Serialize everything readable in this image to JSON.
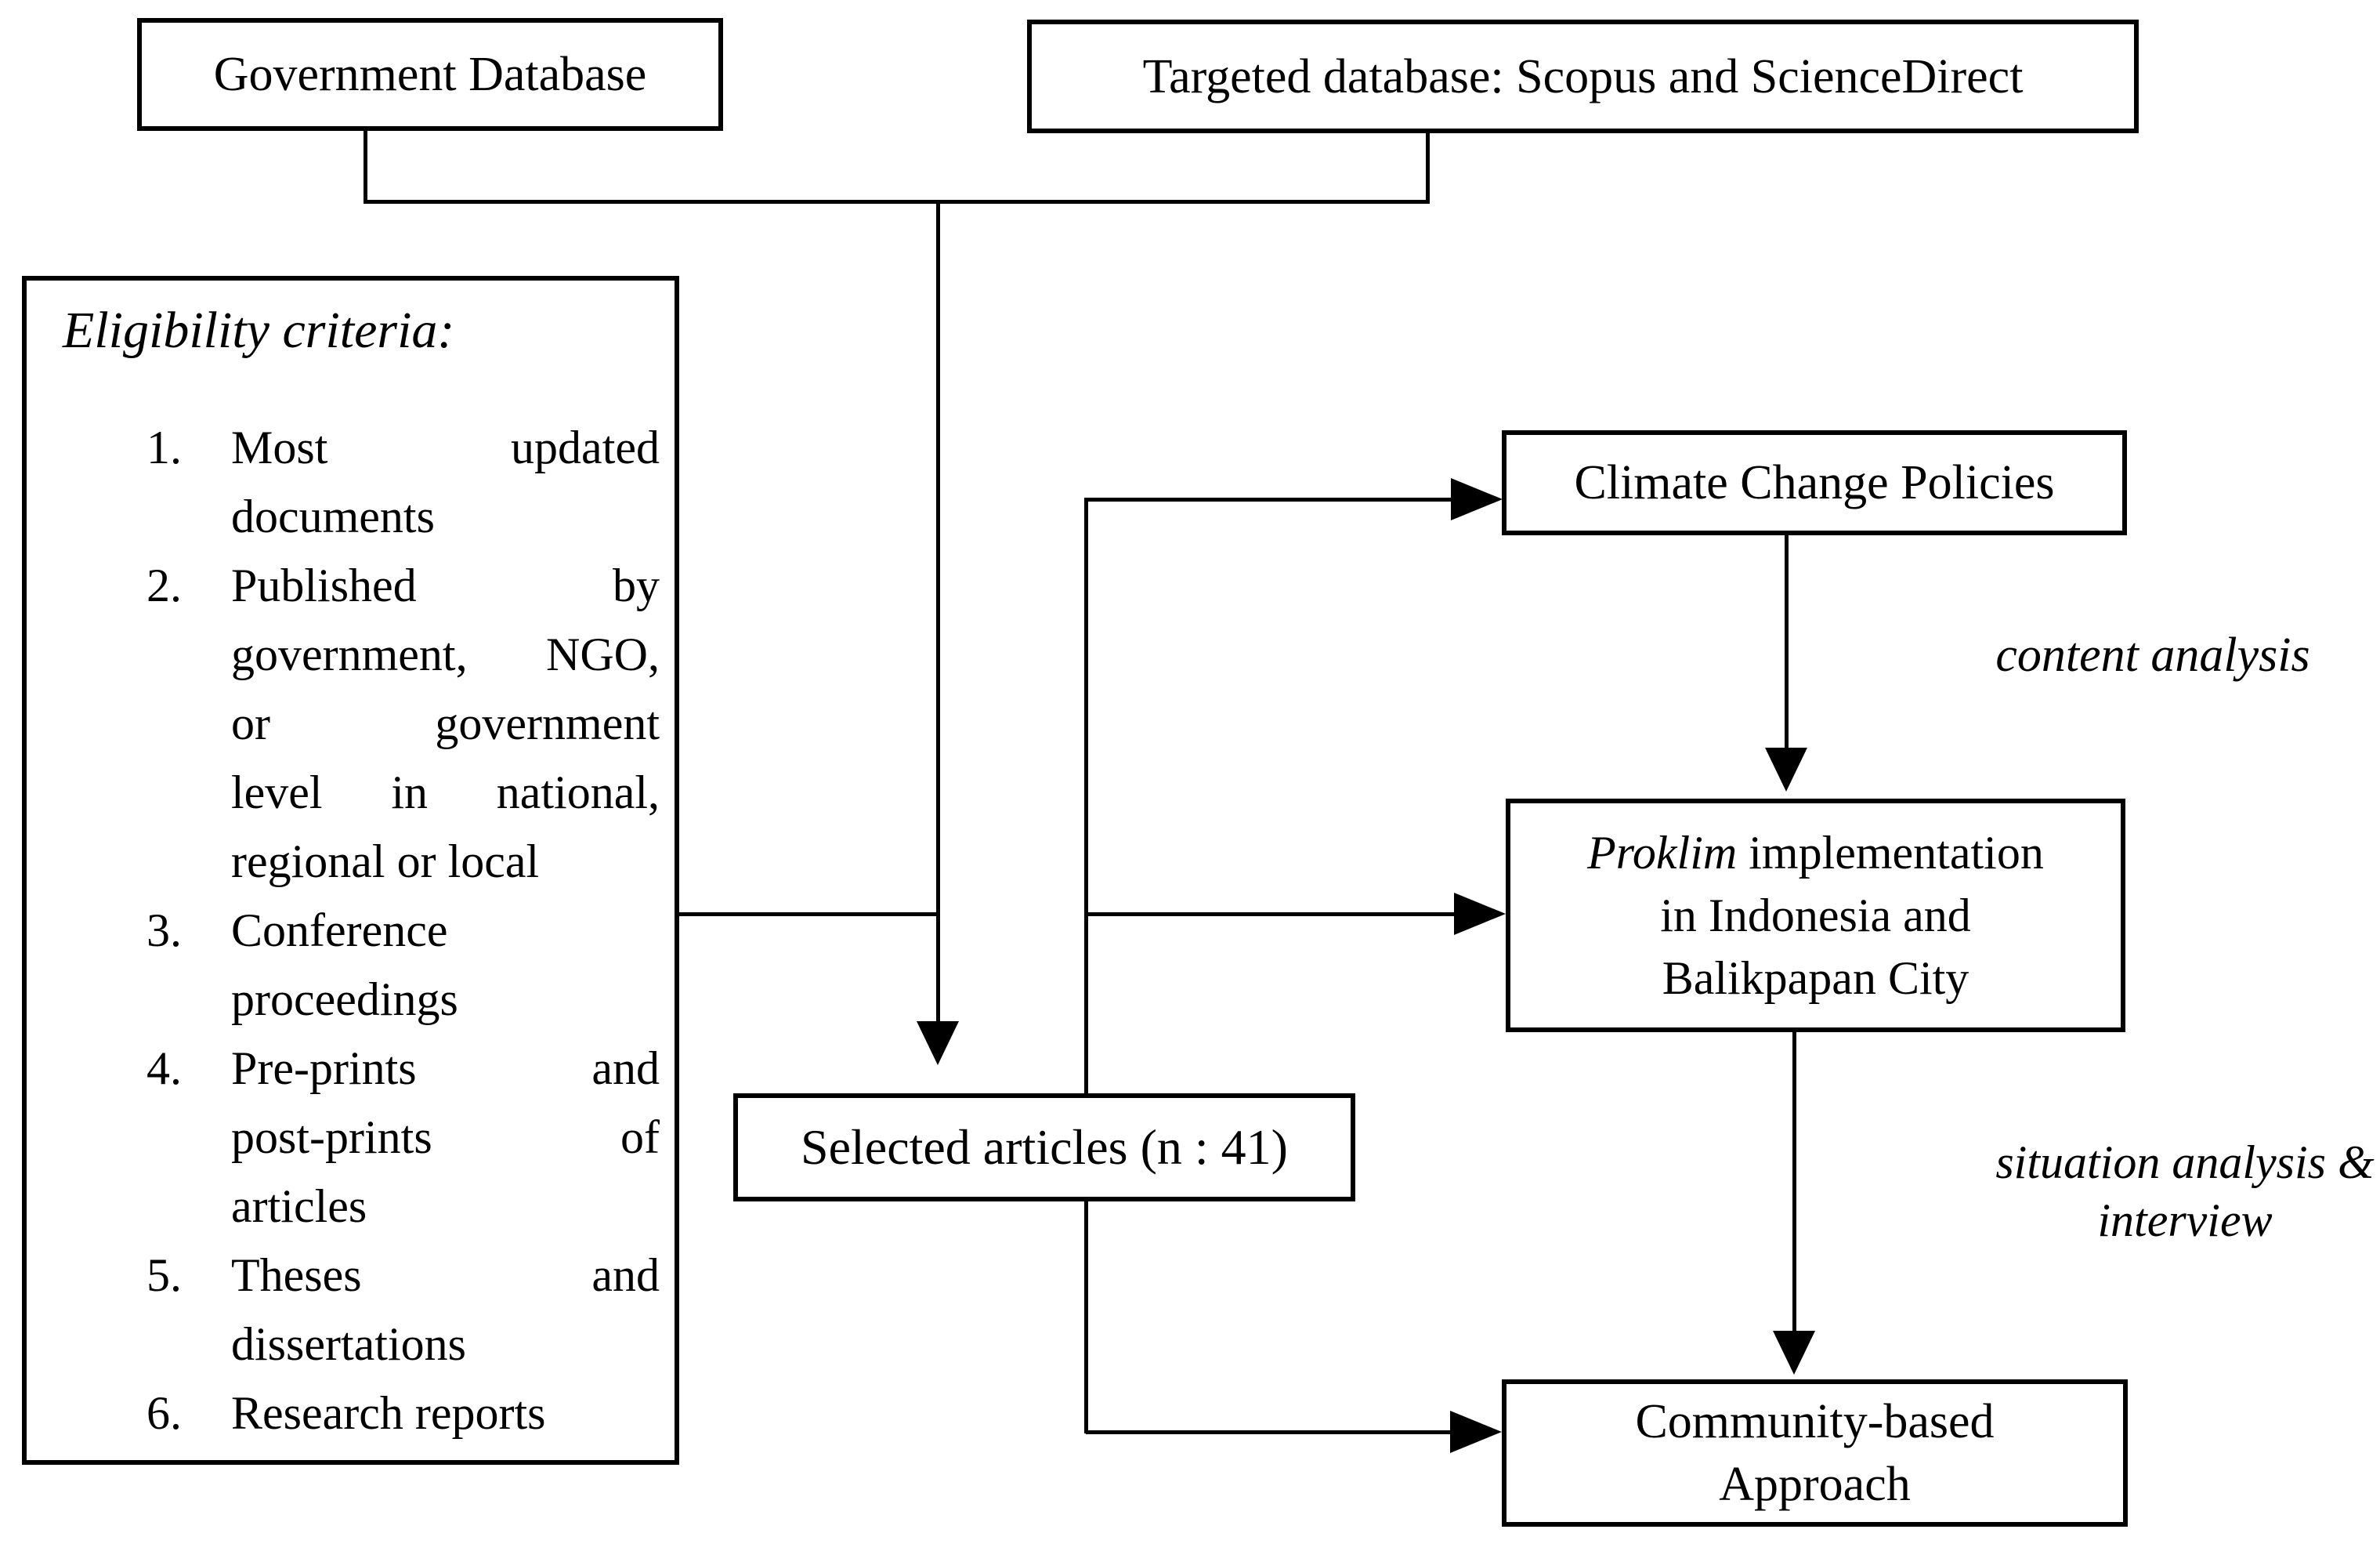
{
  "diagram_type": "flowchart",
  "colors": {
    "line": "#000000",
    "background": "#ffffff",
    "text": "#000000"
  },
  "boxes": {
    "government": {
      "label": "Government Database"
    },
    "targeted": {
      "label": "Targeted database: Scopus and ScienceDirect"
    },
    "selected": {
      "label": "Selected articles (n : 41)"
    },
    "climate": {
      "label": "Climate Change Policies"
    },
    "proklim": {
      "line1_italic": "Proklim",
      "line1_rest": " implementation",
      "line2": "in Indonesia and",
      "line3": "Balikpapan City"
    },
    "community": {
      "line1": "Community-based",
      "line2": "Approach"
    }
  },
  "eligibility": {
    "title": "Eligibility criteria:",
    "items": [
      {
        "number": "1.",
        "lines": [
          {
            "text": "Most updated",
            "justify": true
          },
          {
            "text": "documents",
            "justify": false
          }
        ]
      },
      {
        "number": "2.",
        "lines": [
          {
            "text": "Published by",
            "justify": true
          },
          {
            "text": "government, NGO,",
            "justify": true
          },
          {
            "text": "or government",
            "justify": true
          },
          {
            "text": "level in national,",
            "justify": true
          },
          {
            "text": "regional or local",
            "justify": false
          }
        ]
      },
      {
        "number": "3.",
        "lines": [
          {
            "text": "Conference",
            "justify": false
          },
          {
            "text": "proceedings",
            "justify": false
          }
        ]
      },
      {
        "number": "4.",
        "lines": [
          {
            "text": "Pre-prints and",
            "justify": true
          },
          {
            "text": "post-prints of",
            "justify": true
          },
          {
            "text": "articles",
            "justify": false
          }
        ]
      },
      {
        "number": "5.",
        "lines": [
          {
            "text": "Theses and",
            "justify": true
          },
          {
            "text": "dissertations",
            "justify": false
          }
        ]
      },
      {
        "number": "6.",
        "lines": [
          {
            "text": "Research reports",
            "justify": false
          }
        ]
      }
    ]
  },
  "annotations": {
    "content_analysis": "content analysis",
    "situation_line1": "situation analysis &",
    "situation_line2": "interview"
  }
}
